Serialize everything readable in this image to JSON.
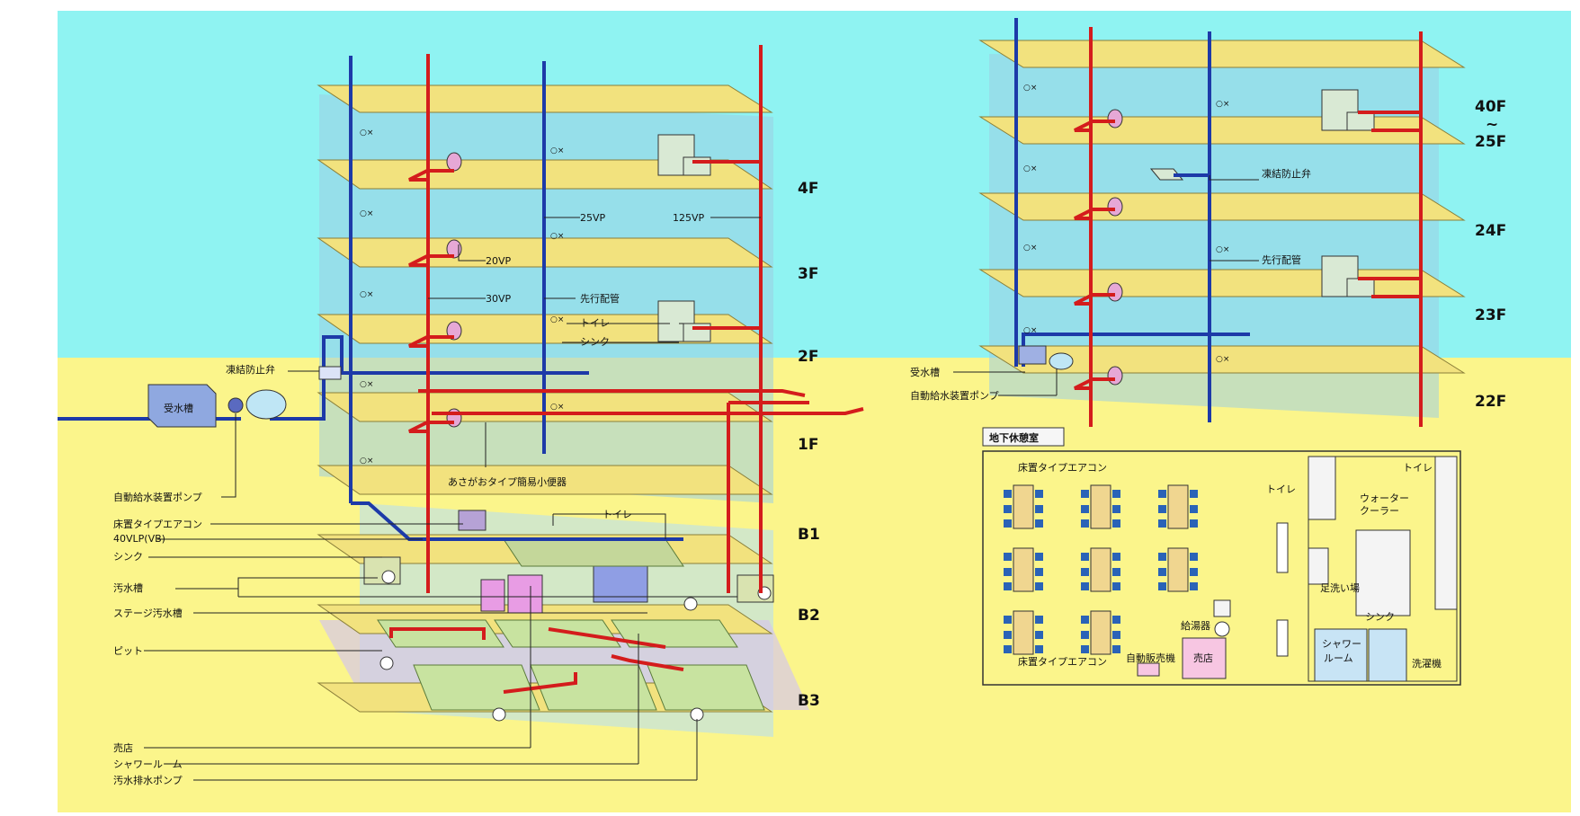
{
  "floors_left": [
    "4F",
    "3F",
    "2F",
    "1F",
    "B1",
    "B2",
    "B3"
  ],
  "floors_right": [
    "40F",
    "~",
    "25F",
    "24F",
    "23F",
    "22F"
  ],
  "callouts_left": {
    "freeze_valve": "凍結防止弁",
    "water_tank": "受水槽",
    "pump": "自動給水装置ポンプ",
    "floor_ac": "床置タイプエアコン",
    "pipe_40vlp": "40VLP(VB)",
    "sink": "シンク",
    "sewage_tank": "汚水槽",
    "stage_sewage_tank": "ステージ汚水槽",
    "pit": "ピット",
    "shop": "売店",
    "shower_room": "シャワールーム",
    "sewage_pump": "汚水排水ポンプ",
    "urinal": "あさがおタイプ簡易小便器",
    "toilet": "トイレ",
    "sink2": "シンク",
    "advance_pipe": "先行配管",
    "p20vp": "20VP",
    "p30vp": "30VP",
    "p25vp": "25VP",
    "p125vp": "125VP",
    "b1_toilet": "トイレ"
  },
  "callouts_right": {
    "freeze_valve": "凍結防止弁",
    "advance_pipe": "先行配管",
    "water_tank": "受水槽",
    "pump": "自動給水装置ポンプ"
  },
  "plan": {
    "title": "地下休憩室",
    "floor_ac_top": "床置タイプエアコン",
    "floor_ac_bottom": "床置タイプエアコン",
    "toilet_left": "トイレ",
    "toilet_right": "トイレ",
    "water_cooler": "ウォーター\nクーラー",
    "water_cooler_1": "ウォーター",
    "water_cooler_2": "クーラー",
    "foot_wash": "足洗い場",
    "sink": "シンク",
    "water_heater": "給湯器",
    "vending": "自動販売機",
    "shop": "売店",
    "shower_1": "シャワー",
    "shower_2": "ルーム",
    "washer": "洗濯機"
  },
  "colors": {
    "sky": "#8ff3f2",
    "ground": "#fbf58b",
    "slab": "#f2e27e",
    "wall": "#a9d6e8",
    "supply_pipe": "#1d3aa8",
    "drain_pipe": "#d41c1c"
  }
}
